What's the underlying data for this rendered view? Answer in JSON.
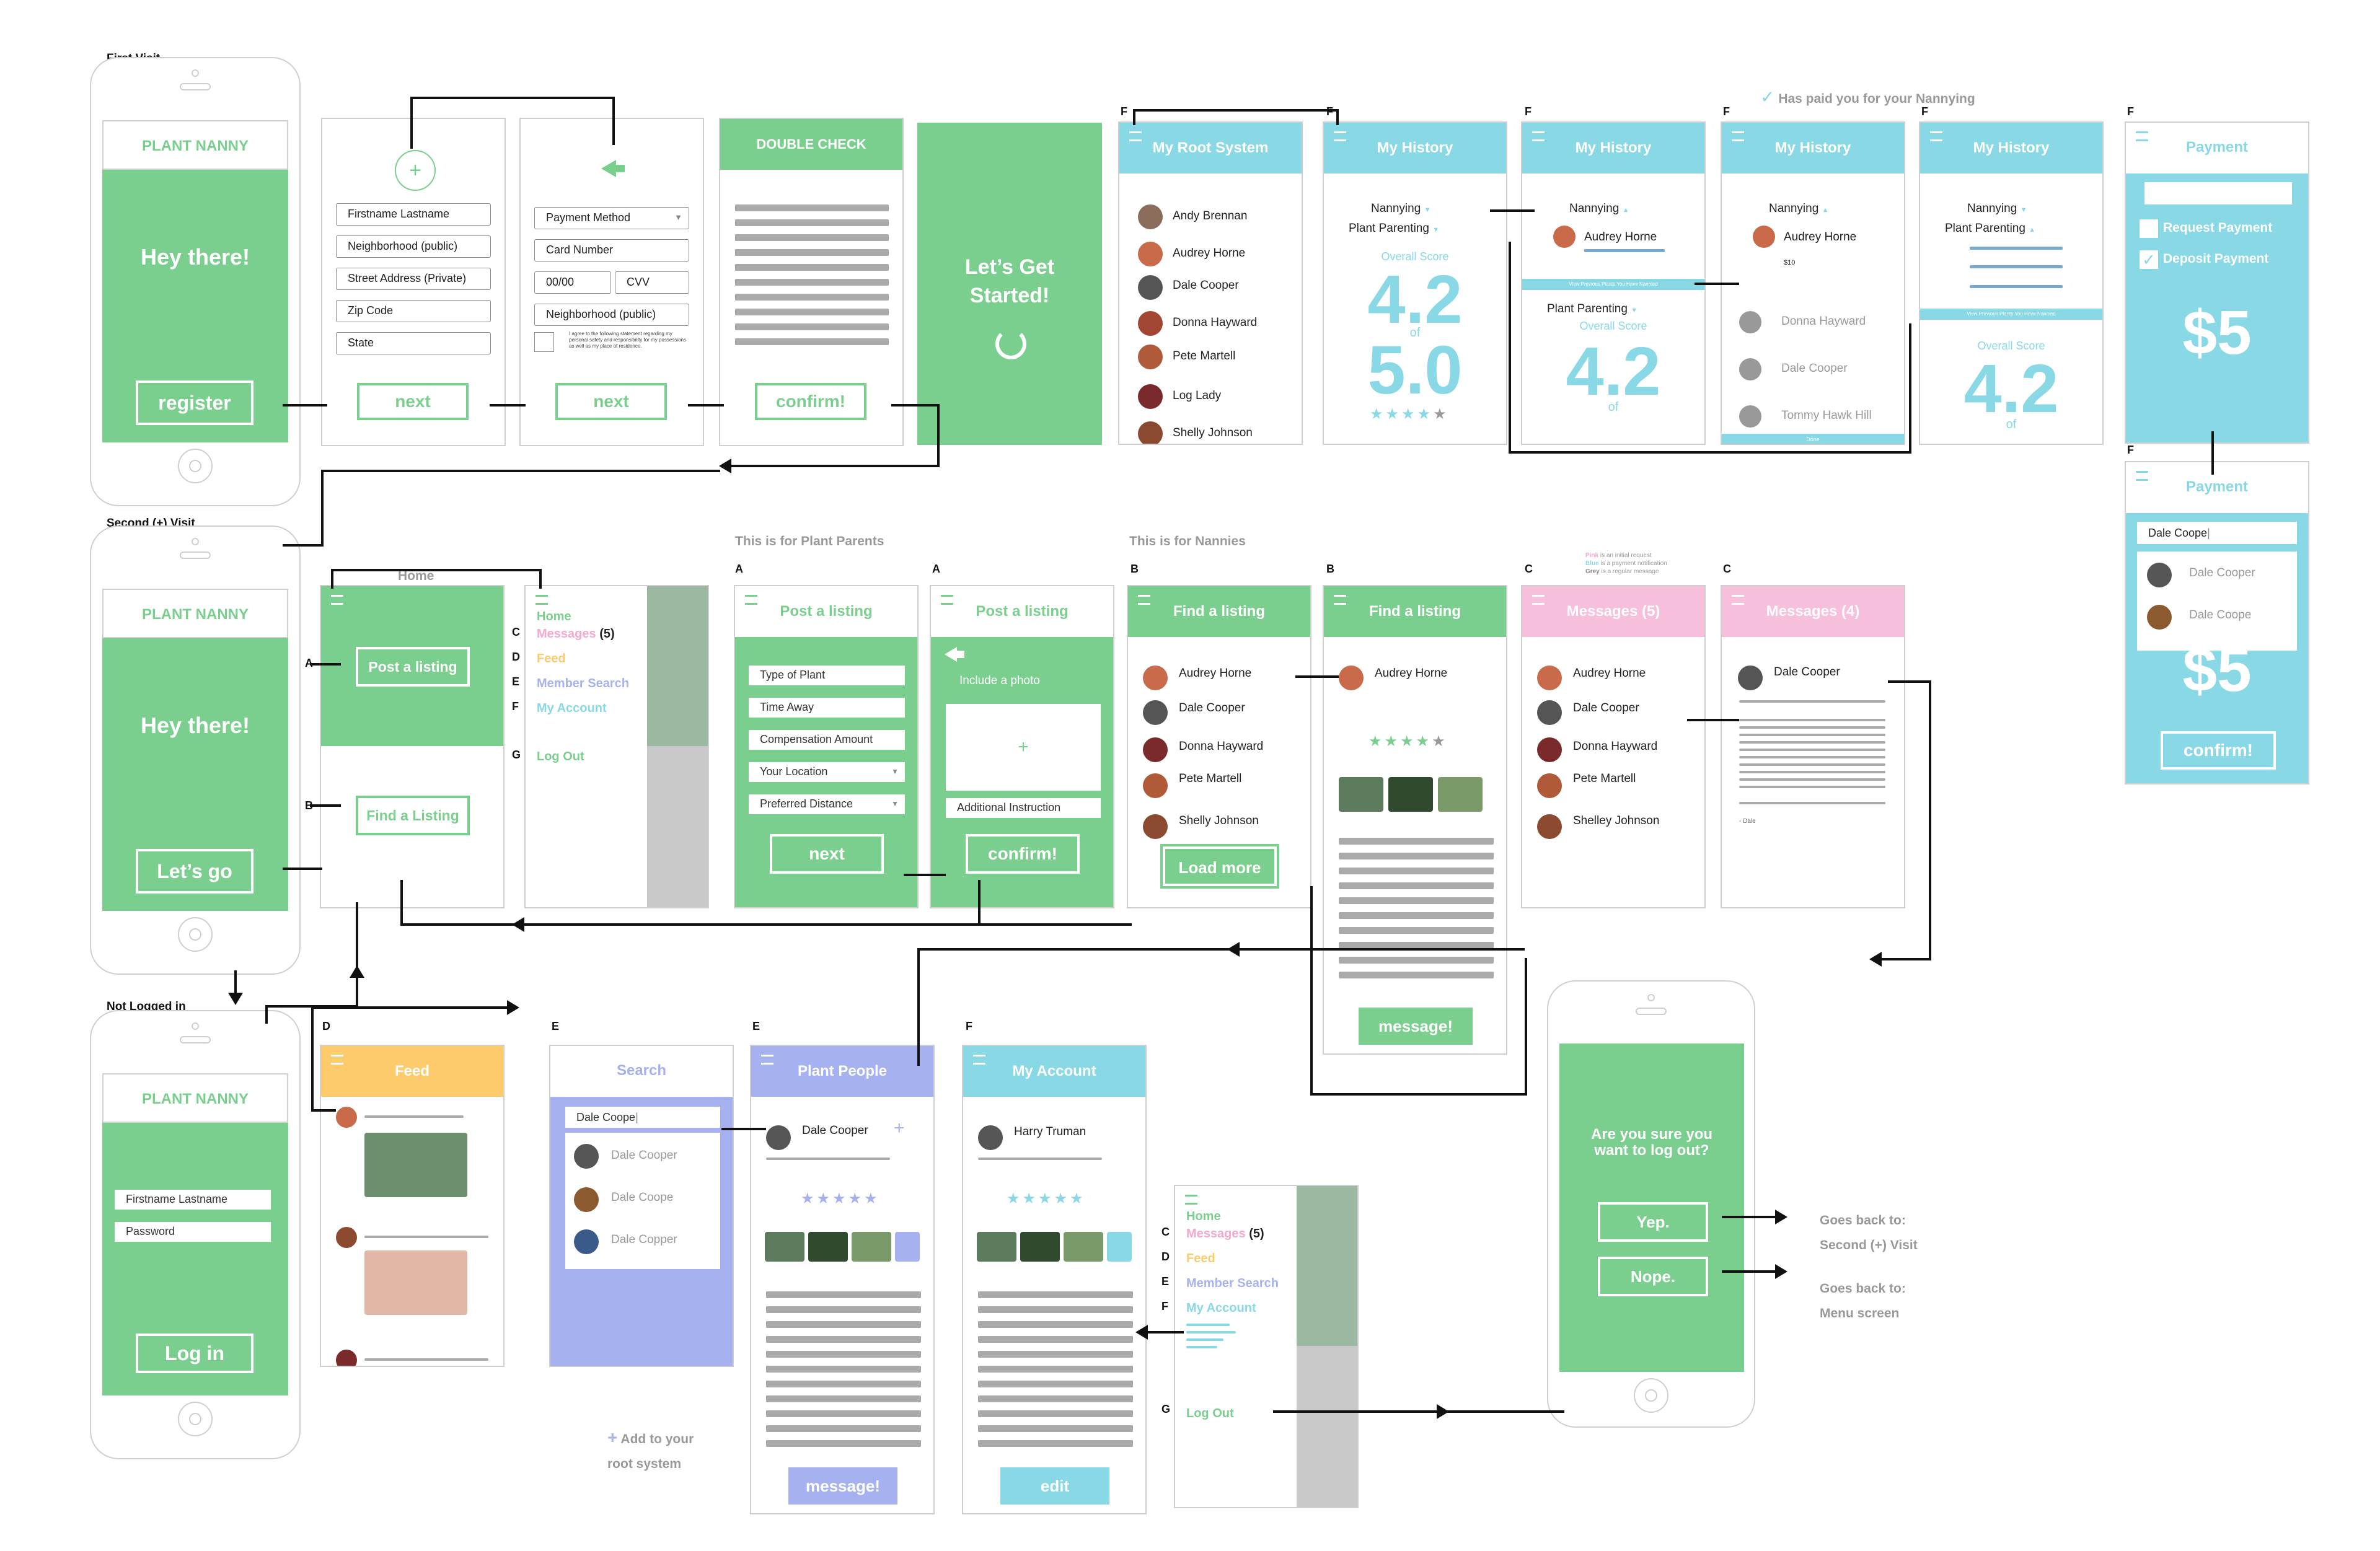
{
  "labels": {
    "first_visit": "First Visit",
    "second_visit": "Second (+) Visit",
    "not_logged_in": "Not Logged in\nfrom last time",
    "has_paid": "Has paid you for your Nannying",
    "plant_parents": "This is for Plant Parents",
    "nannies": "This is for Nannies",
    "home": "Home",
    "add_root": "Add to your root system",
    "goes_back_1": "Goes back to:",
    "goes_back_1_target": "Second (+) Visit",
    "goes_back_2": "Goes back to:",
    "goes_back_2_target": "Menu screen",
    "legend_pink": "Pink",
    "legend_pink_desc": "is an initial request",
    "legend_blue": "Blue",
    "legend_blue_desc": "is a payment notification",
    "legend_grey": "Grey",
    "legend_grey_desc": "is a regular message"
  },
  "letters": {
    "F": "F",
    "A": "A",
    "B": "B",
    "C": "C",
    "D": "D",
    "E": "E",
    "G": "G"
  },
  "phone_first": {
    "app": "PLANT NANNY",
    "greeting": "Hey there!",
    "button": "register"
  },
  "phone_second": {
    "app": "PLANT NANNY",
    "greeting": "Hey there!",
    "button": "Let’s go"
  },
  "phone_login": {
    "app": "PLANT NANNY",
    "name_field": "Firstname Lastname",
    "password_field": "Password",
    "button": "Log in"
  },
  "reg1": {
    "plus": "+",
    "fields": [
      "Firstname Lastname",
      "Neighborhood (public)",
      "Street Address (Private)",
      "Zip Code",
      "State"
    ],
    "button": "next"
  },
  "reg2": {
    "fields": [
      "Payment Method",
      "Card Number"
    ],
    "expiry": "00/00",
    "cvv": "CVV",
    "neighborhood": "Neighborhood (public)",
    "agreement": "I agree to the following statement regarding my personal safety and responsibility for my possessions as well as my place of residence.",
    "button": "next"
  },
  "double_check": {
    "title": "DOUBLE CHECK",
    "button": "confirm!"
  },
  "lets_get_started": {
    "line1": "Let’s Get",
    "line2": "Started!"
  },
  "root_system": {
    "title": "My Root System",
    "people": [
      "Andy Brennan",
      "Audrey Horne",
      "Dale Cooper",
      "Donna Hayward",
      "Pete Martell",
      "Log Lady",
      "Shelly Johnson"
    ]
  },
  "history1": {
    "title": "My History",
    "nannying": "Nannying",
    "plant_parenting": "Plant Parenting",
    "overall": "Overall Score",
    "score": "4.2",
    "of": "of",
    "max": "5.0"
  },
  "history2": {
    "title": "My History",
    "nannying": "Nannying",
    "person": "Audrey Horne",
    "banner": "View Previous Plants You Have Nannied",
    "plant_parenting": "Plant Parenting",
    "overall": "Overall Score",
    "score": "4.2",
    "of": "of"
  },
  "history3": {
    "title": "My History",
    "nannying": "Nannying",
    "person": "Audrey Horne",
    "amount": "$10",
    "people": [
      "Donna Hayward",
      "Dale Cooper",
      "Tommy Hawk Hill"
    ],
    "done": "Done"
  },
  "history4": {
    "title": "My History",
    "nannying": "Nannying",
    "plant_parenting": "Plant Parenting",
    "banner": "View Previous Plants You Have Nannied",
    "overall": "Overall Score",
    "score": "4.2",
    "of": "of"
  },
  "payment1": {
    "title": "Payment",
    "request": "Request Payment",
    "deposit": "Deposit Payment",
    "amount": "$5"
  },
  "payment2": {
    "title": "Payment",
    "search": "Dale Coope",
    "people": [
      "Dale Cooper",
      "Dale Coope"
    ],
    "amount": "$5",
    "button": "confirm!"
  },
  "home_screen": {
    "post": "Post a listing",
    "find": "Find a Listing"
  },
  "side_menu": {
    "home": "Home",
    "messages": "Messages",
    "messages_count": "(5)",
    "feed": "Feed",
    "member_search": "Member Search",
    "my_account": "My Account",
    "logout": "Log Out"
  },
  "post_listing1": {
    "title": "Post a listing",
    "fields": [
      "Type of Plant",
      "Time Away",
      "Compensation Amount",
      "Your Location",
      "Preferred Distance"
    ],
    "button": "next"
  },
  "post_listing2": {
    "title": "Post a listing",
    "photo": "Include a photo",
    "plus": "+",
    "instruction": "Additional Instruction",
    "button": "confirm!"
  },
  "find_listing1": {
    "title": "Find a listing",
    "people": [
      "Audrey Horne",
      "Dale Cooper",
      "Donna Hayward",
      "Pete Martell",
      "Shelly Johnson"
    ],
    "button": "Load more"
  },
  "find_listing2": {
    "title": "Find a listing",
    "person": "Audrey Horne",
    "button": "message!"
  },
  "messages1": {
    "title": "Messages (5)",
    "people": [
      "Audrey Horne",
      "Dale Cooper",
      "Donna Hayward",
      "Pete Martell",
      "Shelley Johnson"
    ]
  },
  "messages2": {
    "title": "Messages (4)",
    "person": "Dale Cooper",
    "sign": "- Dale"
  },
  "feed": {
    "title": "Feed"
  },
  "search": {
    "title": "Search",
    "query": "Dale Coope",
    "results": [
      "Dale Cooper",
      "Dale Coope",
      "Dale Copper"
    ]
  },
  "plant_people": {
    "title": "Plant People",
    "person": "Dale Cooper",
    "plus": "+",
    "button": "message!"
  },
  "my_account": {
    "title": "My Account",
    "person": "Harry Truman",
    "button": "edit"
  },
  "logout_screen": {
    "question": "Are you sure you want to log out?",
    "yes": "Yep.",
    "no": "Nope."
  },
  "colors": {
    "green": "#7bcf8e",
    "blue": "#88d8e6",
    "yellow": "#fdcb6b",
    "pink": "#f6bfdc",
    "purple": "#a6b2f0"
  }
}
